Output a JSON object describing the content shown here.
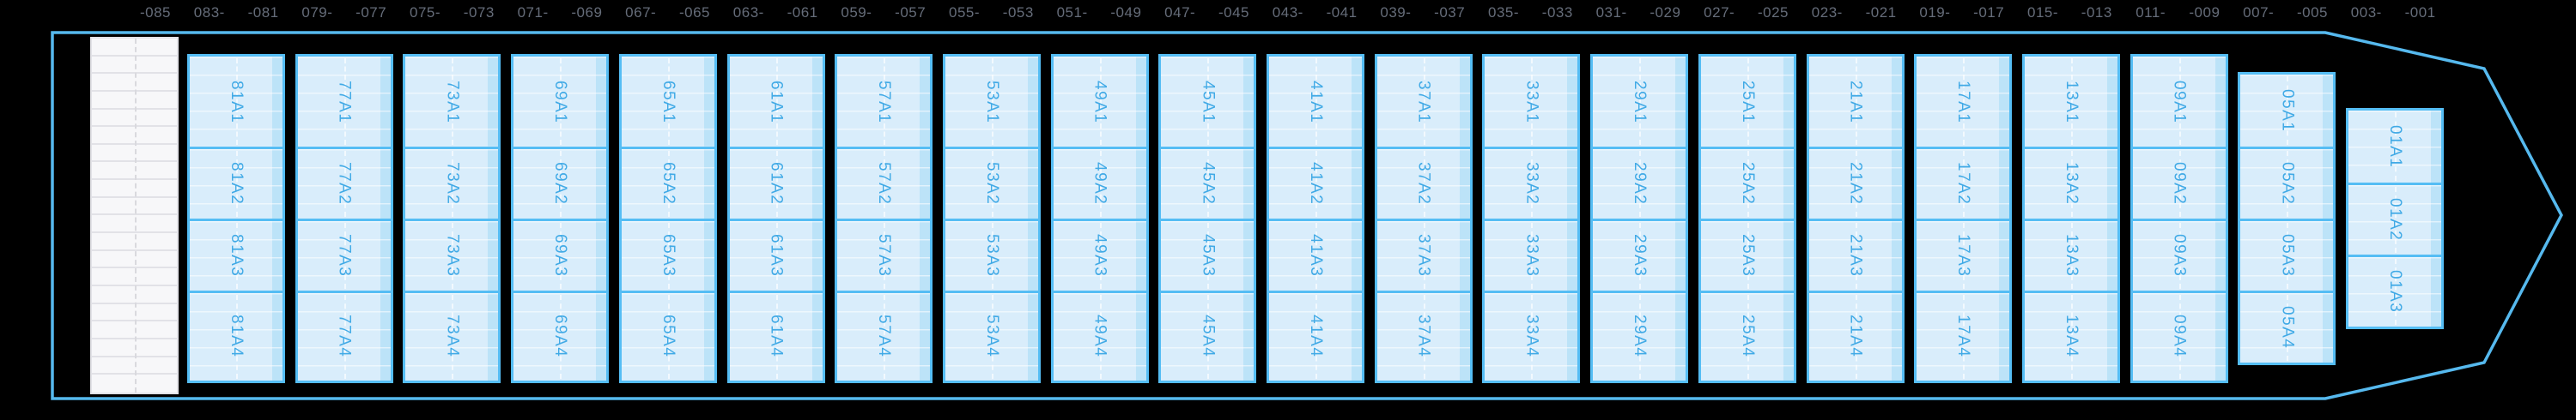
{
  "app": {
    "view": "vessel-bay-plan"
  },
  "colors": {
    "page_bg": "#000000",
    "hull_outline": "#56b9ee",
    "cell_fill": "#d9edfb",
    "cell_border": "#55bdf4",
    "cell_stripe": "#bce3f8",
    "cell_label": "#41aae6",
    "frame_label": "#656c79",
    "grid_bg": "#f7f7f9",
    "grid_line": "#e2e2e7"
  },
  "frame_labels": [
    "-085",
    "083-",
    "-081",
    "079-",
    "-077",
    "075-",
    "-073",
    "071-",
    "-069",
    "067-",
    "-065",
    "063-",
    "-061",
    "059-",
    "-057",
    "055-",
    "-053",
    "051-",
    "-049",
    "047-",
    "-045",
    "043-",
    "-041",
    "039-",
    "-037",
    "035-",
    "-033",
    "031-",
    "-029",
    "027-",
    "-025",
    "023-",
    "-021",
    "019-",
    "-017",
    "015-",
    "-013",
    "011-",
    "-009",
    "007-",
    "-005",
    "003-",
    "-001"
  ],
  "empty_grid": {
    "rows": 20
  },
  "bays": [
    {
      "bay": "81",
      "row_start": 1,
      "row_spans": [
        5,
        4,
        4,
        5
      ],
      "cells": [
        "81A1",
        "81A2",
        "81A3",
        "81A4"
      ]
    },
    {
      "bay": "77",
      "row_start": 1,
      "row_spans": [
        5,
        4,
        4,
        5
      ],
      "cells": [
        "77A1",
        "77A2",
        "77A3",
        "77A4"
      ]
    },
    {
      "bay": "73",
      "row_start": 1,
      "row_spans": [
        5,
        4,
        4,
        5
      ],
      "cells": [
        "73A1",
        "73A2",
        "73A3",
        "73A4"
      ]
    },
    {
      "bay": "69",
      "row_start": 1,
      "row_spans": [
        5,
        4,
        4,
        5
      ],
      "cells": [
        "69A1",
        "69A2",
        "69A3",
        "69A4"
      ]
    },
    {
      "bay": "65",
      "row_start": 1,
      "row_spans": [
        5,
        4,
        4,
        5
      ],
      "cells": [
        "65A1",
        "65A2",
        "65A3",
        "65A4"
      ]
    },
    {
      "bay": "61",
      "row_start": 1,
      "row_spans": [
        5,
        4,
        4,
        5
      ],
      "cells": [
        "61A1",
        "61A2",
        "61A3",
        "61A4"
      ]
    },
    {
      "bay": "57",
      "row_start": 1,
      "row_spans": [
        5,
        4,
        4,
        5
      ],
      "cells": [
        "57A1",
        "57A2",
        "57A3",
        "57A4"
      ]
    },
    {
      "bay": "53",
      "row_start": 1,
      "row_spans": [
        5,
        4,
        4,
        5
      ],
      "cells": [
        "53A1",
        "53A2",
        "53A3",
        "53A4"
      ]
    },
    {
      "bay": "49",
      "row_start": 1,
      "row_spans": [
        5,
        4,
        4,
        5
      ],
      "cells": [
        "49A1",
        "49A2",
        "49A3",
        "49A4"
      ]
    },
    {
      "bay": "45",
      "row_start": 1,
      "row_spans": [
        5,
        4,
        4,
        5
      ],
      "cells": [
        "45A1",
        "45A2",
        "45A3",
        "45A4"
      ]
    },
    {
      "bay": "41",
      "row_start": 1,
      "row_spans": [
        5,
        4,
        4,
        5
      ],
      "cells": [
        "41A1",
        "41A2",
        "41A3",
        "41A4"
      ]
    },
    {
      "bay": "37",
      "row_start": 1,
      "row_spans": [
        5,
        4,
        4,
        5
      ],
      "cells": [
        "37A1",
        "37A2",
        "37A3",
        "37A4"
      ]
    },
    {
      "bay": "33",
      "row_start": 1,
      "row_spans": [
        5,
        4,
        4,
        5
      ],
      "cells": [
        "33A1",
        "33A2",
        "33A3",
        "33A4"
      ]
    },
    {
      "bay": "29",
      "row_start": 1,
      "row_spans": [
        5,
        4,
        4,
        5
      ],
      "cells": [
        "29A1",
        "29A2",
        "29A3",
        "29A4"
      ]
    },
    {
      "bay": "25",
      "row_start": 1,
      "row_spans": [
        5,
        4,
        4,
        5
      ],
      "cells": [
        "25A1",
        "25A2",
        "25A3",
        "25A4"
      ]
    },
    {
      "bay": "21",
      "row_start": 1,
      "row_spans": [
        5,
        4,
        4,
        5
      ],
      "cells": [
        "21A1",
        "21A2",
        "21A3",
        "21A4"
      ]
    },
    {
      "bay": "17",
      "row_start": 1,
      "row_spans": [
        5,
        4,
        4,
        5
      ],
      "cells": [
        "17A1",
        "17A2",
        "17A3",
        "17A4"
      ]
    },
    {
      "bay": "13",
      "row_start": 1,
      "row_spans": [
        5,
        4,
        4,
        5
      ],
      "cells": [
        "13A1",
        "13A2",
        "13A3",
        "13A4"
      ]
    },
    {
      "bay": "09",
      "row_start": 1,
      "row_spans": [
        5,
        4,
        4,
        5
      ],
      "cells": [
        "09A1",
        "09A2",
        "09A3",
        "09A4"
      ]
    },
    {
      "bay": "05",
      "row_start": 2,
      "row_spans": [
        4,
        4,
        4,
        4
      ],
      "cells": [
        "05A1",
        "05A2",
        "05A3",
        "05A4"
      ]
    },
    {
      "bay": "01",
      "row_start": 4,
      "row_spans": [
        4,
        4,
        4
      ],
      "cells": [
        "01A1",
        "01A2",
        "01A3"
      ]
    }
  ]
}
